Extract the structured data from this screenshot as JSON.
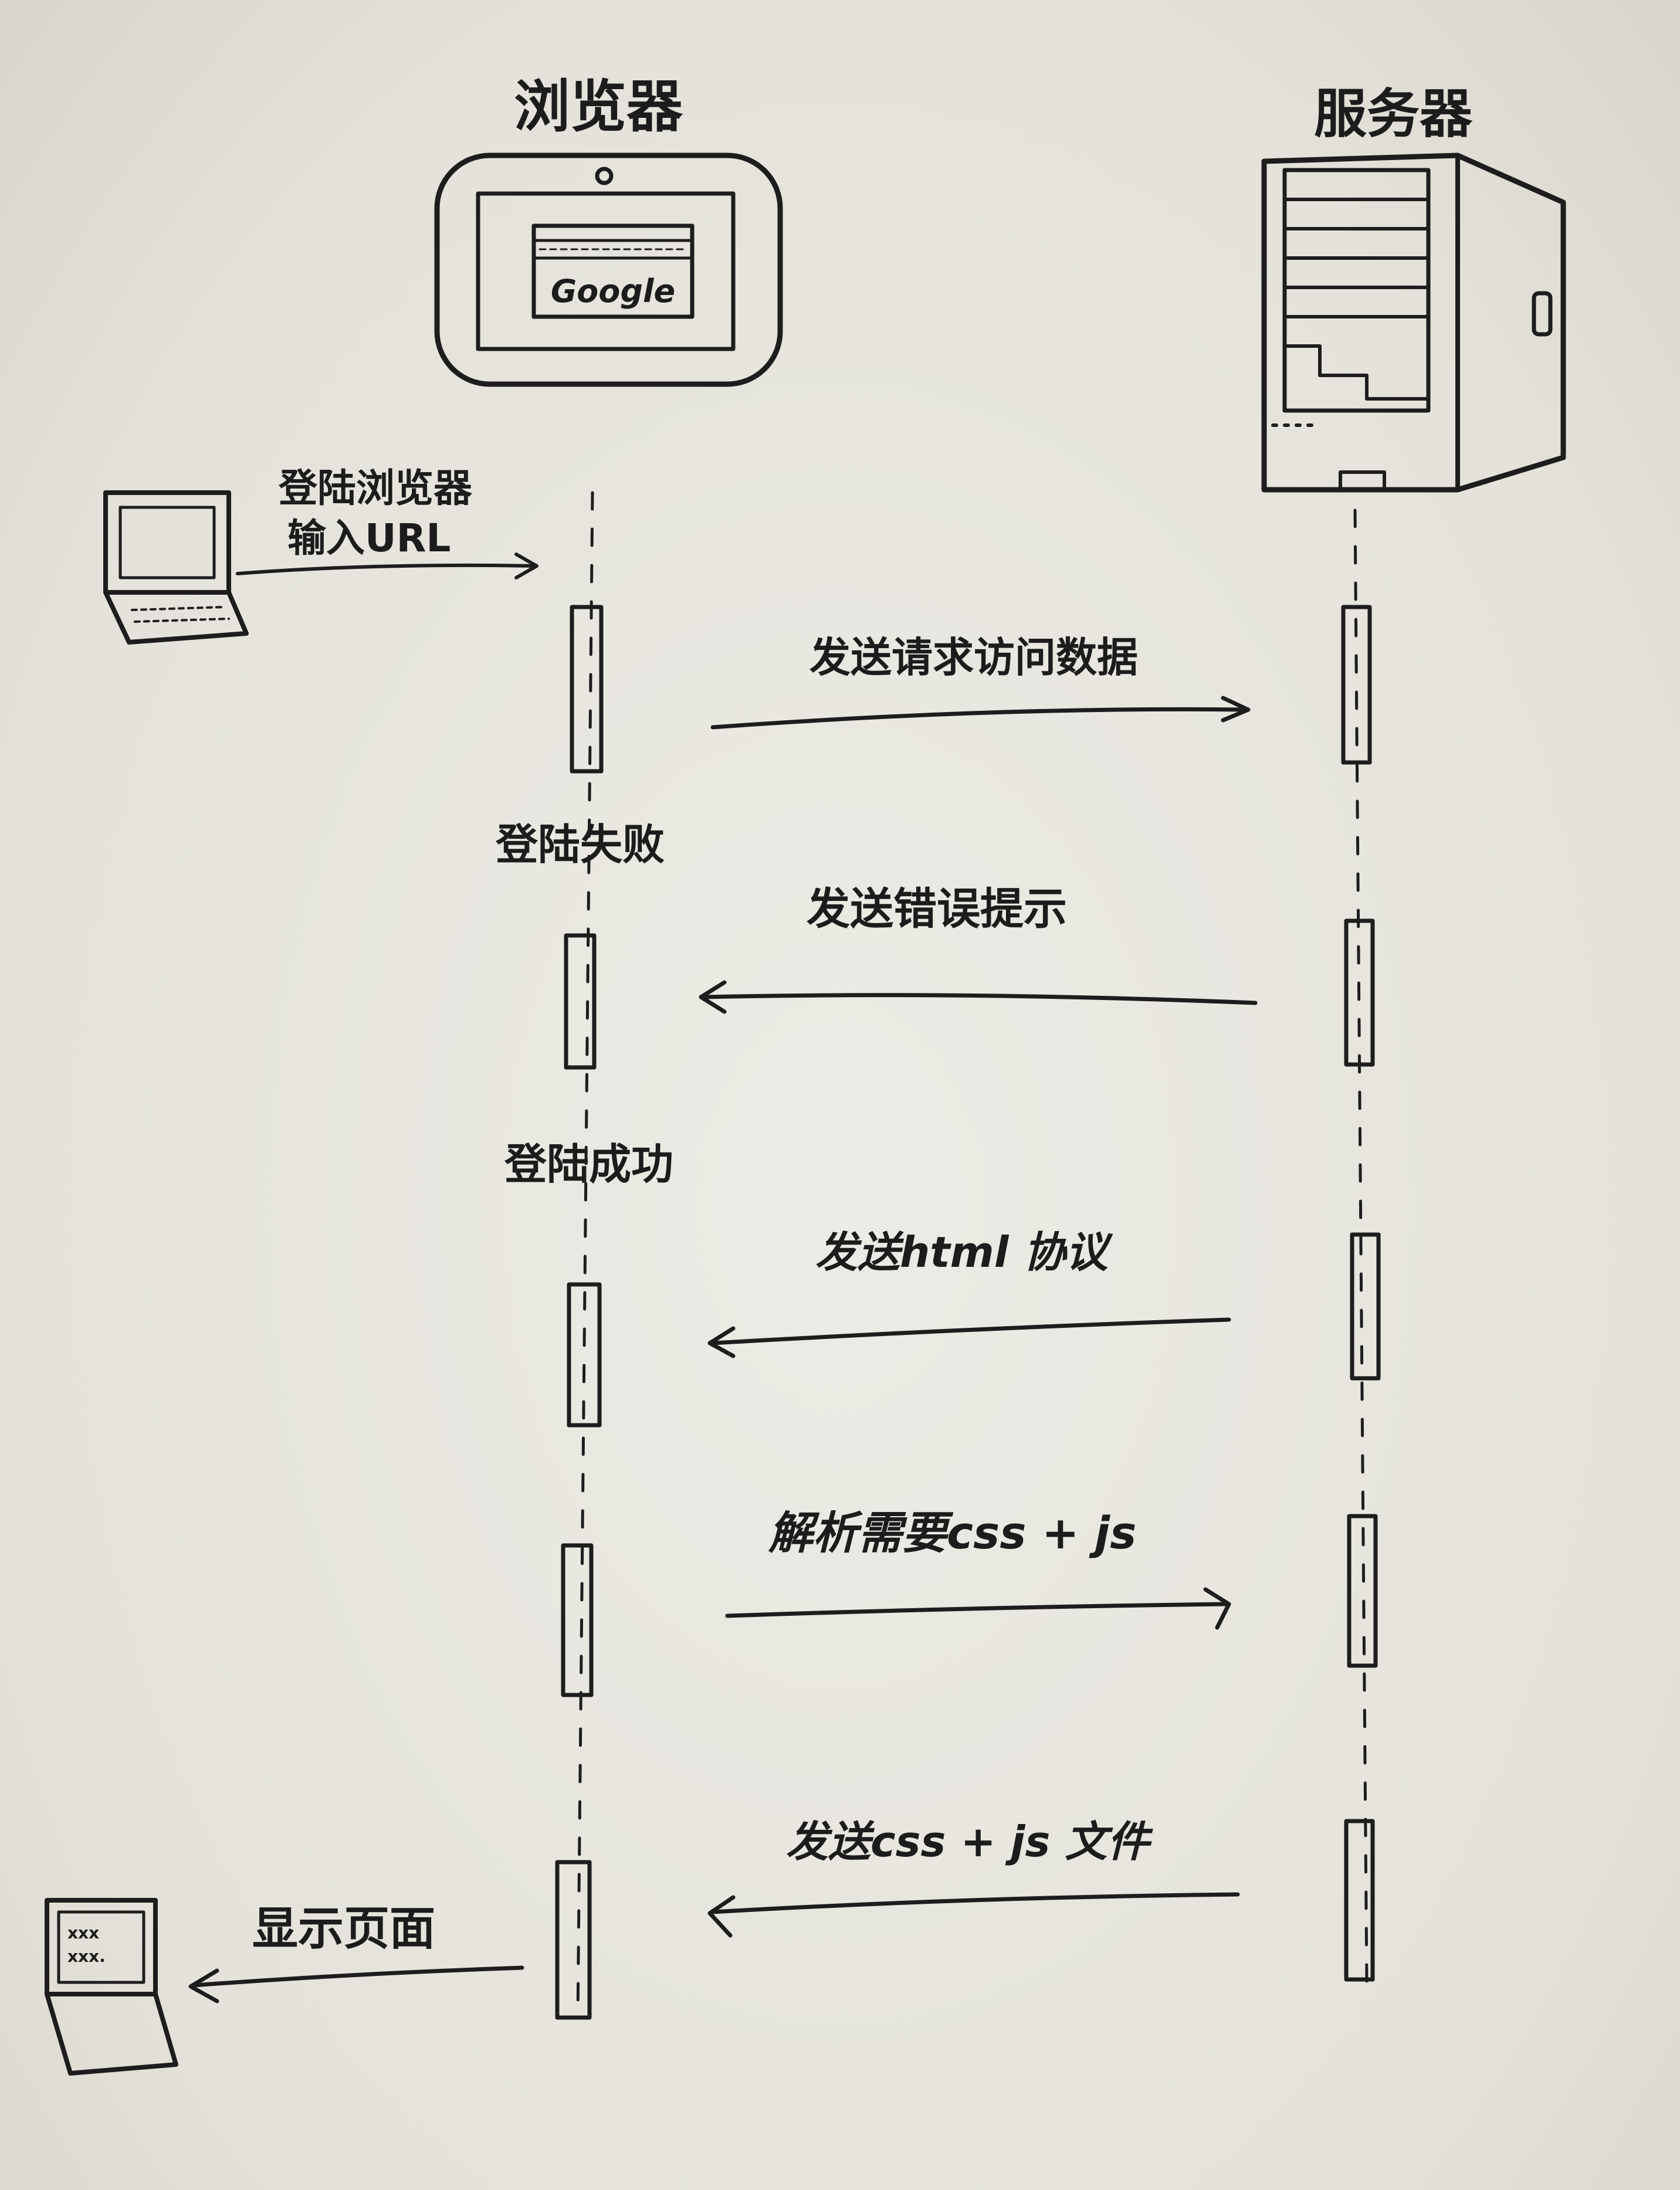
{
  "participants": {
    "browser": {
      "label": "浏览器"
    },
    "server": {
      "label": "服务器"
    }
  },
  "icons": {
    "browser_tablet": {
      "screen_text": "Google"
    },
    "user_laptop": "laptop-icon",
    "result_laptop": {
      "screen_text": "xxx\nxxx."
    }
  },
  "steps": {
    "login_input": "登陆浏览器\n输入URL",
    "send_request": "发送请求访问数据",
    "login_fail": "登陆失败",
    "send_error": "发送错误提示",
    "login_success": "登陆成功",
    "send_html": "发送html 协议",
    "parse_need": "解析需要css + js",
    "send_css_js": "发送css + js 文件",
    "show_page": "显示页面"
  }
}
